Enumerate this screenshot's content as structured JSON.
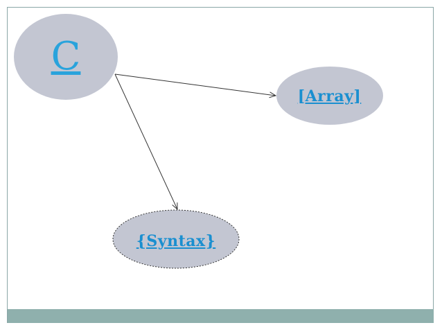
{
  "diagram": {
    "nodes": {
      "c": {
        "label": "C"
      },
      "array": {
        "label": "[Array]"
      },
      "syntax": {
        "label": "{Syntax}"
      }
    },
    "edges": [
      {
        "from": "C",
        "to": "[Array]"
      },
      {
        "from": "C",
        "to": "{Syntax}"
      }
    ]
  },
  "colors": {
    "node_fill": "#c3c6d2",
    "link_text": "#1a8fd0",
    "footer_bar": "#8fb0ad",
    "frame_border": "#8aa6a6"
  }
}
